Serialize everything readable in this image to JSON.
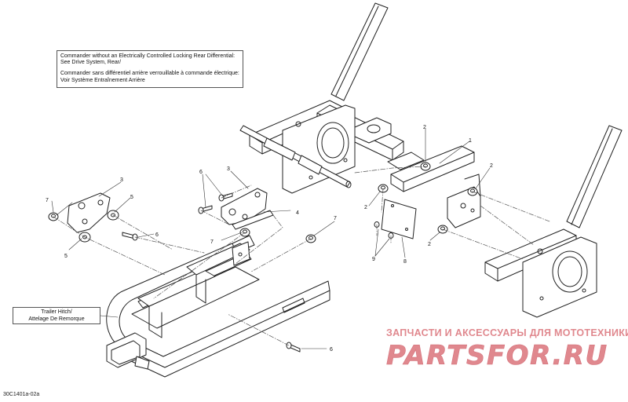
{
  "note": {
    "line_en_1": "Commander without an Electrically Controlled Locking Rear Differential:",
    "line_en_2": "See Drive System, Rear/",
    "line_fr_1": "Commander sans différentiel arrière verrouillable à commande électrique:",
    "line_fr_2": "Voir Système Entraînement Arrière"
  },
  "callout": {
    "line_1": "Trailer Hitch/",
    "line_2": "Attelage De Remorque"
  },
  "figure_id": "30C1401a-02a",
  "watermark": {
    "tagline": "ЗАПЧАСТИ И АКСЕССУАРЫ ДЛЯ МОТОТЕХНИКИ",
    "logo": "PARTSFOR.RU"
  },
  "labels": {
    "l1": "1",
    "l2a": "2",
    "l2b": "2",
    "l2c": "2",
    "l2d": "2",
    "l3a": "3",
    "l3b": "3",
    "l4": "4",
    "l5a": "5",
    "l5b": "5",
    "l6a": "6",
    "l6b": "6",
    "l6c": "6",
    "l7a": "7",
    "l7b": "7",
    "l7c": "7",
    "l8": "8",
    "l9": "9"
  },
  "colors": {
    "line": "#222222",
    "watermark": "#e0888e"
  }
}
